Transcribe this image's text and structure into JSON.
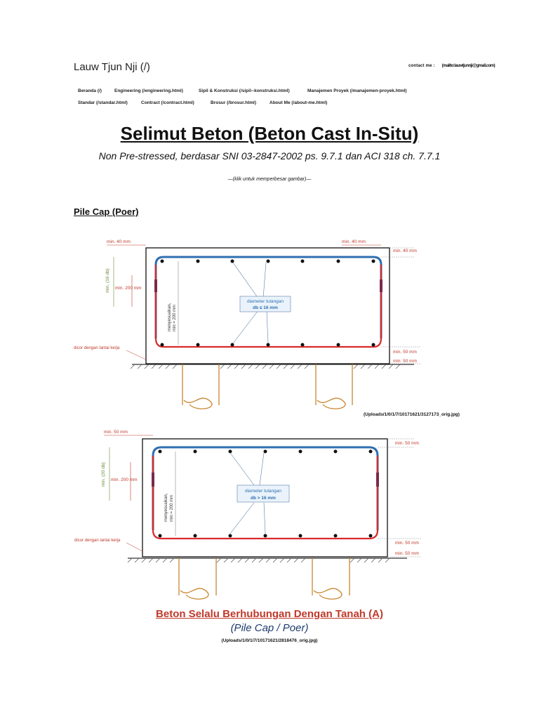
{
  "header": {
    "site_title": "Lauw Tjun Nji (/)",
    "contact_label": "contact me :",
    "contact_link": "(mailto:lauwtjunnji@gmail.com)"
  },
  "nav": {
    "row1": [
      {
        "label": "Beranda (/)"
      },
      {
        "label": "Engineering (/engineering.html)"
      },
      {
        "label": "Sipil & Konstruksi (/sipil--konstruksi.html)"
      },
      {
        "label": "Manajemen Proyek (/manajemen-proyek.html)"
      }
    ],
    "row2": [
      {
        "label": "Standar (/standar.html)"
      },
      {
        "label": "Contract (/contract.html)"
      },
      {
        "label": "Brosur (/brosur.html)"
      },
      {
        "label": "About Me (/about-me.html)"
      }
    ]
  },
  "page": {
    "title": "Selimut Beton (Beton Cast In-Situ)",
    "subtitle": "Non Pre-stressed, berdasar SNI 03-2847-2002 ps. 9.7.1 dan ACI 318 ch. 7.7.1",
    "hint": "—(klik untuk memperbesar gambar)—",
    "section": "Pile Cap (Poer)"
  },
  "figure1": {
    "top_left_label": "min. 40 mm",
    "top_right_label": "min. 40 mm",
    "right_top_label": "min. 40 mm",
    "left_vertical_label": "min. (16 db)",
    "left_min_label": "min. 200 mm",
    "center_vertical_label1": "menyesuaikan,",
    "center_vertical_label2": "min = 200 mm",
    "diameter_label1": "diameter tulangan",
    "diameter_label2": "db ≤ 16 mm",
    "cast_label": "dicor dengan lantai kerja",
    "right_bottom_label1": "min. 50 mm",
    "right_bottom_label2": "min. 50 mm",
    "link": "(Uploads/1/0/1/7/10171621/3127173_orig.jpg)"
  },
  "figure2": {
    "top_left_label": "min. 50 mm",
    "right_top_label": "min. 50 mm",
    "left_vertical_label": "min. (20 db)",
    "left_min_label": "min. 200 mm",
    "center_vertical_label1": "menyesuaikan,",
    "center_vertical_label2": "min = 200 mm",
    "diameter_label1": "diameter tulangan",
    "diameter_label2": "db > 16 mm",
    "cast_label": "dicor dengan lantai kerja",
    "right_bottom_label1": "min. 50 mm",
    "right_bottom_label2": "min. 50 mm",
    "caption_main": "Beton Selalu Berhubungan Dengan Tanah (A)",
    "caption_sub": "(Pile Cap / Poer)",
    "link": "(Uploads/1/0/1/7/10171621/2818476_orig.jpg)"
  },
  "colors": {
    "top_bar": "#2e6fb0",
    "bottom_bar": "#d92a2a",
    "dimension": "#c0392b",
    "pile": "#c8862f",
    "left_dim": "#6a8a3a",
    "caption_main": "#c0392b",
    "caption_sub": "#1f3b6e"
  }
}
